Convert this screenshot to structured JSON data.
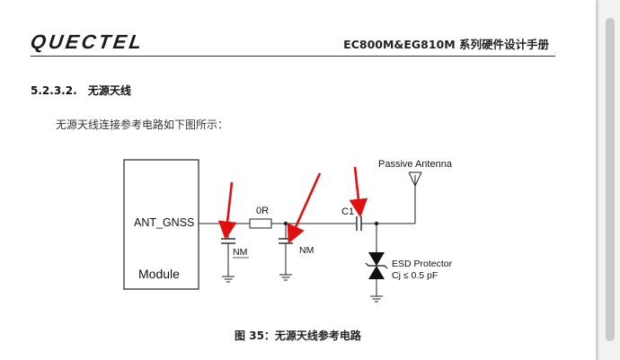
{
  "header": {
    "logo_text": "QUECTEL",
    "doc_title": "EC800M&EG810M 系列硬件设计手册"
  },
  "section": {
    "number": "5.2.3.2.",
    "title": "无源天线"
  },
  "body_text": "无源天线连接参考电路如下图所示：",
  "schematic": {
    "pin_label": "ANT_GNSS",
    "module_label": "Module",
    "resistor_label": "0R",
    "capacitor_label": "C1",
    "nm_label_1": "NM",
    "nm_label_2": "NM",
    "antenna_label": "Passive Antenna",
    "esd_label": "ESD Protector",
    "esd_cap_label": "Cj ≤ 0.5 pF",
    "annotation_color": "#e01010"
  },
  "figure_caption": "图 35：无源天线参考电路"
}
